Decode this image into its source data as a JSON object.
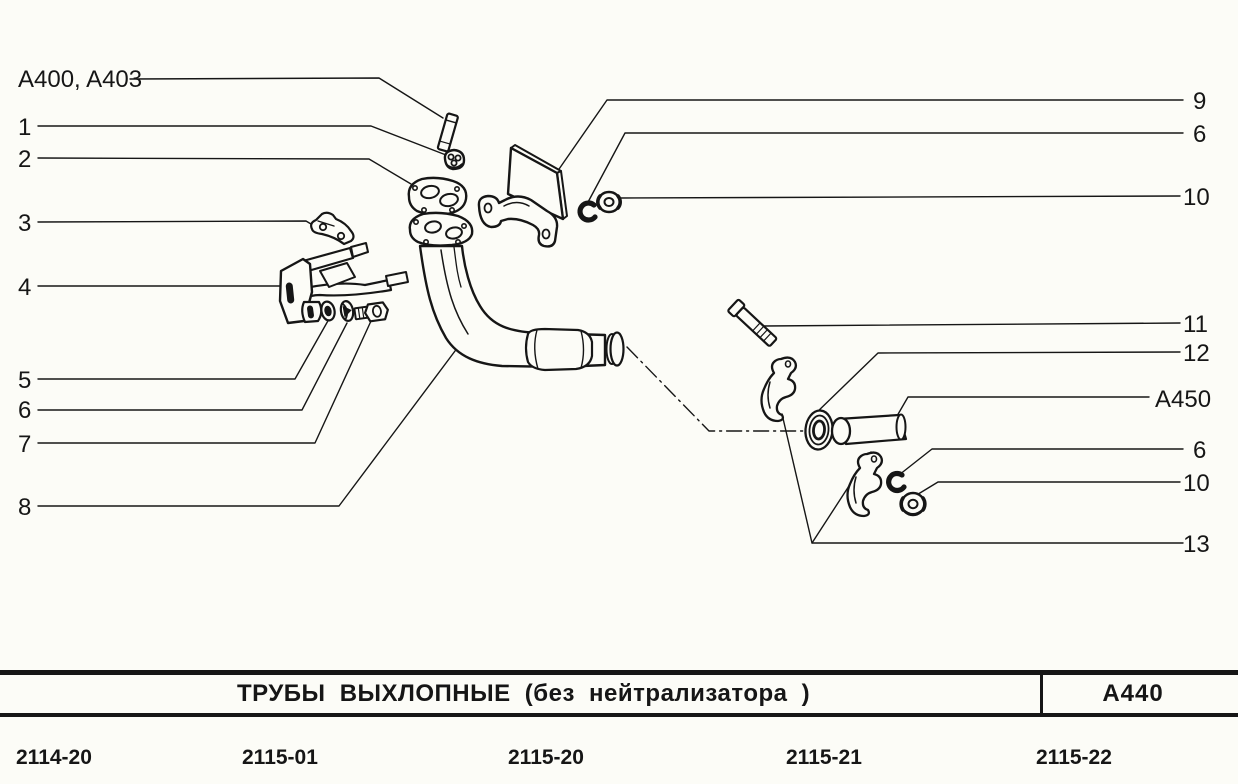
{
  "page": {
    "kind": "exploded-parts-diagram",
    "paper_color": "#fcfcf7",
    "ink_color": "#161616"
  },
  "callouts": {
    "a400_a403": "A400, A403",
    "c1": "1",
    "c2": "2",
    "c3": "3",
    "c4": "4",
    "c5": "5",
    "c6": "6",
    "c7": "7",
    "c8": "8",
    "c9": "9",
    "c6_top": "6",
    "c10_top": "10",
    "c11": "11",
    "c12": "12",
    "a450": "A450",
    "c6_bottom": "6",
    "c10_bottom": "10",
    "c13": "13"
  },
  "table": {
    "title": "ТРУБЫ ВЫХЛОПНЫЕ (без нейтрализатора )",
    "section_code": "A440",
    "models": [
      "2114-20",
      "2115-01",
      "2115-20",
      "2115-21",
      "2115-22"
    ]
  }
}
